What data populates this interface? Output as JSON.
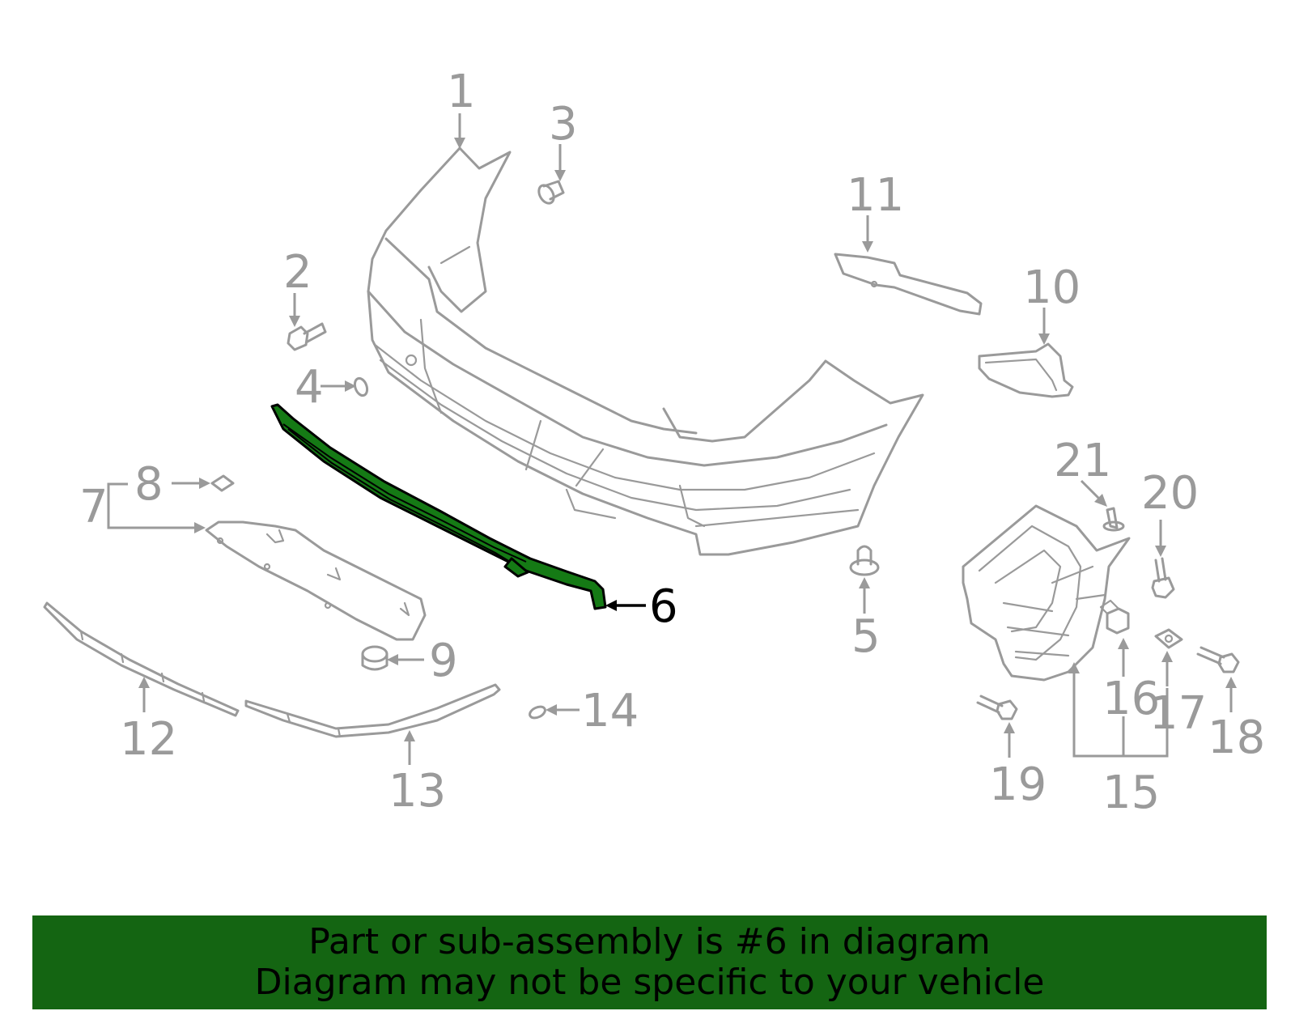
{
  "diagram": {
    "callouts": [
      {
        "id": "1",
        "label": "1"
      },
      {
        "id": "2",
        "label": "2"
      },
      {
        "id": "3",
        "label": "3"
      },
      {
        "id": "4",
        "label": "4"
      },
      {
        "id": "5",
        "label": "5"
      },
      {
        "id": "6",
        "label": "6",
        "highlighted": true
      },
      {
        "id": "7",
        "label": "7"
      },
      {
        "id": "8",
        "label": "8"
      },
      {
        "id": "9",
        "label": "9"
      },
      {
        "id": "10",
        "label": "10"
      },
      {
        "id": "11",
        "label": "11"
      },
      {
        "id": "12",
        "label": "12"
      },
      {
        "id": "13",
        "label": "13"
      },
      {
        "id": "14",
        "label": "14"
      },
      {
        "id": "15",
        "label": "15"
      },
      {
        "id": "16",
        "label": "16"
      },
      {
        "id": "17",
        "label": "17"
      },
      {
        "id": "18",
        "label": "18"
      },
      {
        "id": "19",
        "label": "19"
      },
      {
        "id": "20",
        "label": "20"
      },
      {
        "id": "21",
        "label": "21"
      }
    ],
    "colors": {
      "line": "#9a9a9a",
      "highlight_fill": "#157a15",
      "highlight_label": "#000000",
      "banner_bg": "#146512"
    }
  },
  "banner": {
    "line1": "Part or sub-assembly is #6 in diagram",
    "line2": "Diagram may not be specific to your vehicle"
  }
}
